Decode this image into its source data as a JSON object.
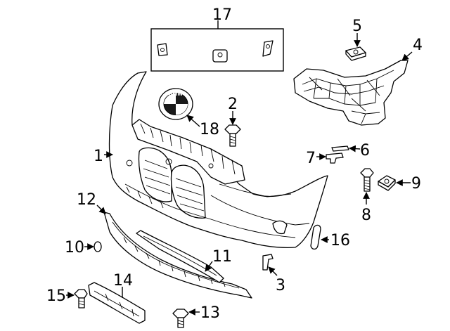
{
  "callouts": [
    "17",
    "5",
    "4",
    "2",
    "18",
    "1",
    "6",
    "7",
    "9",
    "8",
    "12",
    "11",
    "10",
    "16",
    "3",
    "14",
    "15",
    "13"
  ],
  "emblem_text": "BMW"
}
